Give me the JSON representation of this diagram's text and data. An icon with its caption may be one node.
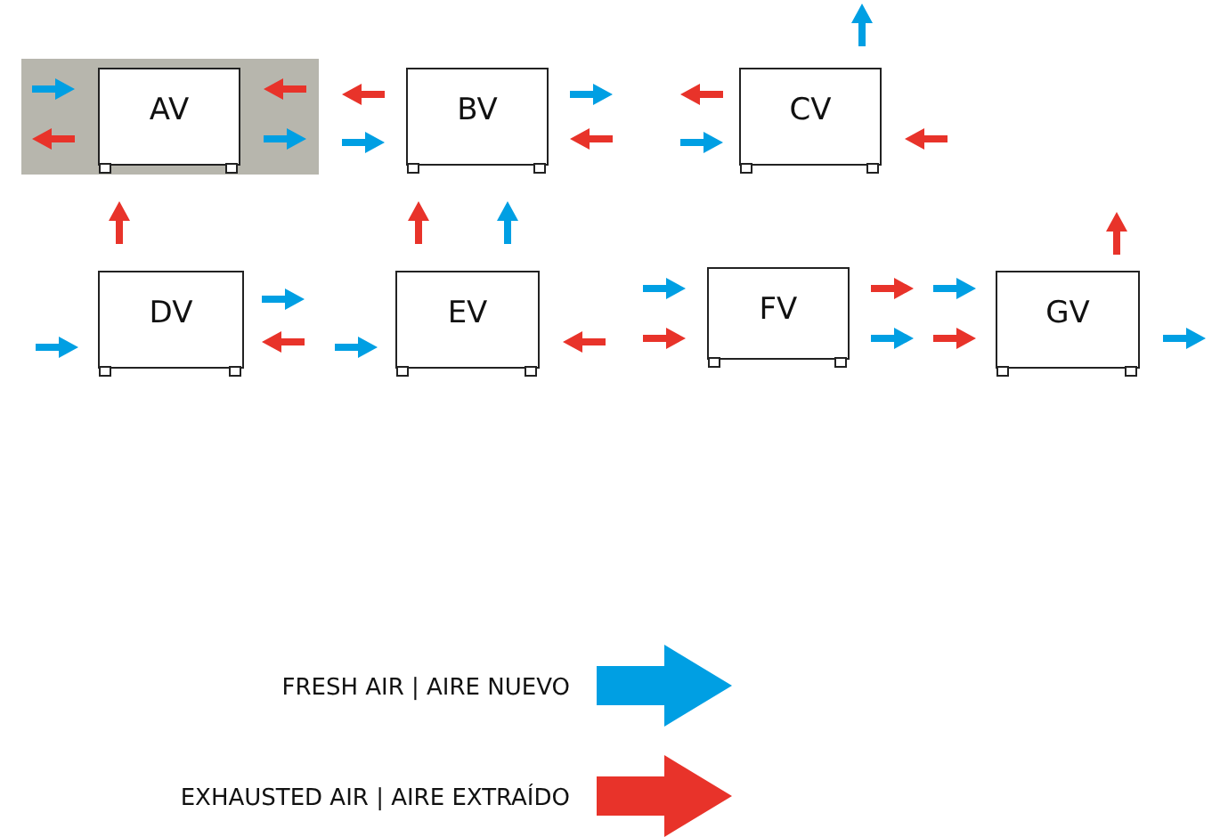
{
  "diagram": {
    "nodes": [
      {
        "text": [
          "AV"
        ]
      },
      {
        "text": [
          "BV"
        ]
      },
      {
        "text": [
          "CV"
        ]
      },
      {
        "text": [
          "DV"
        ]
      },
      {
        "text": [
          "EV"
        ]
      },
      {
        "text": [
          "FV"
        ]
      },
      {
        "text": [
          "GV"
        ]
      }
    ],
    "edges": [
      {
        "from": 3,
        "to": 0,
        "arrow": "to",
        "color": "#e8332a"
      },
      {
        "from": 4,
        "to": 1,
        "arrow": "to",
        "color": "#e8332a"
      },
      {
        "from": 4,
        "to": 1,
        "arrow": "to",
        "color": "#009fe3"
      }
    ],
    "legend": [
      {
        "text": "FRESH AIR | AIRE NUEVO",
        "color": "#009fe3"
      },
      {
        "text": "EXHAUSTED AIR | AIRE EXTRAÍDO",
        "color": "#e8332a"
      }
    ]
  }
}
